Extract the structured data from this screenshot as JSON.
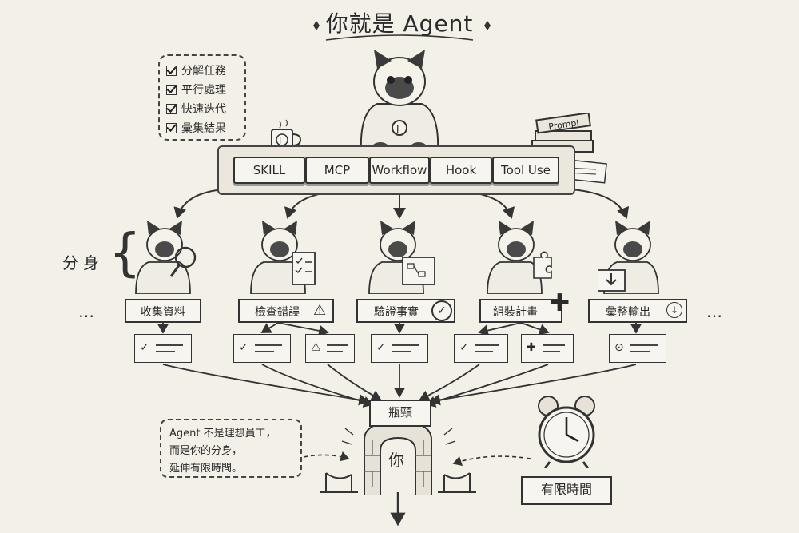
{
  "title": "你就是 Agent",
  "checklist": [
    "分解任務",
    "平行處理",
    "快速迭代",
    "彙集結果"
  ],
  "tools": [
    "SKILL",
    "MCP",
    "Workflow",
    "Hook",
    "Tool Use"
  ],
  "book_label": "Prompt",
  "mug_label": "J",
  "bunshin_label": "分身",
  "ellipsis": "…",
  "subagents": [
    {
      "label": "收集資料",
      "icon": "magnifier-icon"
    },
    {
      "label": "檢查錯誤",
      "icon": "warning-icon"
    },
    {
      "label": "驗證事實",
      "icon": "check-circle-icon"
    },
    {
      "label": "組裝計畫",
      "icon": "puzzle-icon"
    },
    {
      "label": "彙整輸出",
      "icon": "download-icon"
    }
  ],
  "results": [
    {
      "icon": "check-icon",
      "mark": "✓"
    },
    {
      "icon": "check-icon",
      "mark": "✓"
    },
    {
      "icon": "warning-icon",
      "mark": "⚠"
    },
    {
      "icon": "check-icon",
      "mark": "✓"
    },
    {
      "icon": "check-icon",
      "mark": "✓"
    },
    {
      "icon": "puzzle-icon",
      "mark": "✚"
    },
    {
      "icon": "download-icon",
      "mark": "⊙"
    }
  ],
  "bottleneck": "瓶頸",
  "you": "你",
  "note_lines": [
    "Agent 不是理想員工，",
    "而是你的分身，",
    "延伸有限時間。"
  ],
  "limited_time": "有限時間"
}
